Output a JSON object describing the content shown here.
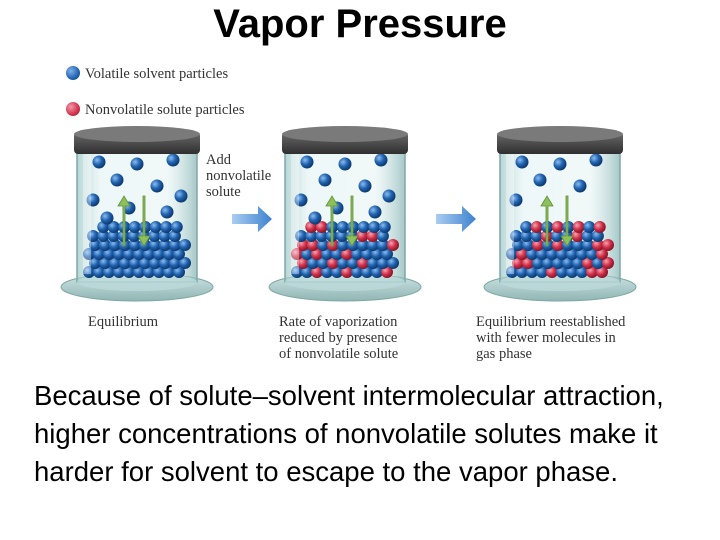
{
  "title": "Vapor Pressure",
  "legend": {
    "solvent": "Volatile solvent particles",
    "solute": "Nonvolatile solute particles"
  },
  "colors": {
    "solvent": "#1f63b0",
    "solute": "#d2304a",
    "arrow_up": "#7fb54a",
    "arrow_process": "#4a8fd6"
  },
  "add_label": [
    "Add",
    "nonvolatile",
    "solute"
  ],
  "captions": {
    "left": [
      "Equilibrium"
    ],
    "middle": [
      "Rate of vaporization",
      "reduced by presence",
      "of nonvolatile solute"
    ],
    "right": [
      "Equilibrium reestablished",
      "with fewer molecules in",
      "gas phase"
    ]
  },
  "body": "Because of solute–solvent intermolecular attraction, higher concentrations of nonvolatile solutes make it harder for solvent to escape to the vapor phase."
}
